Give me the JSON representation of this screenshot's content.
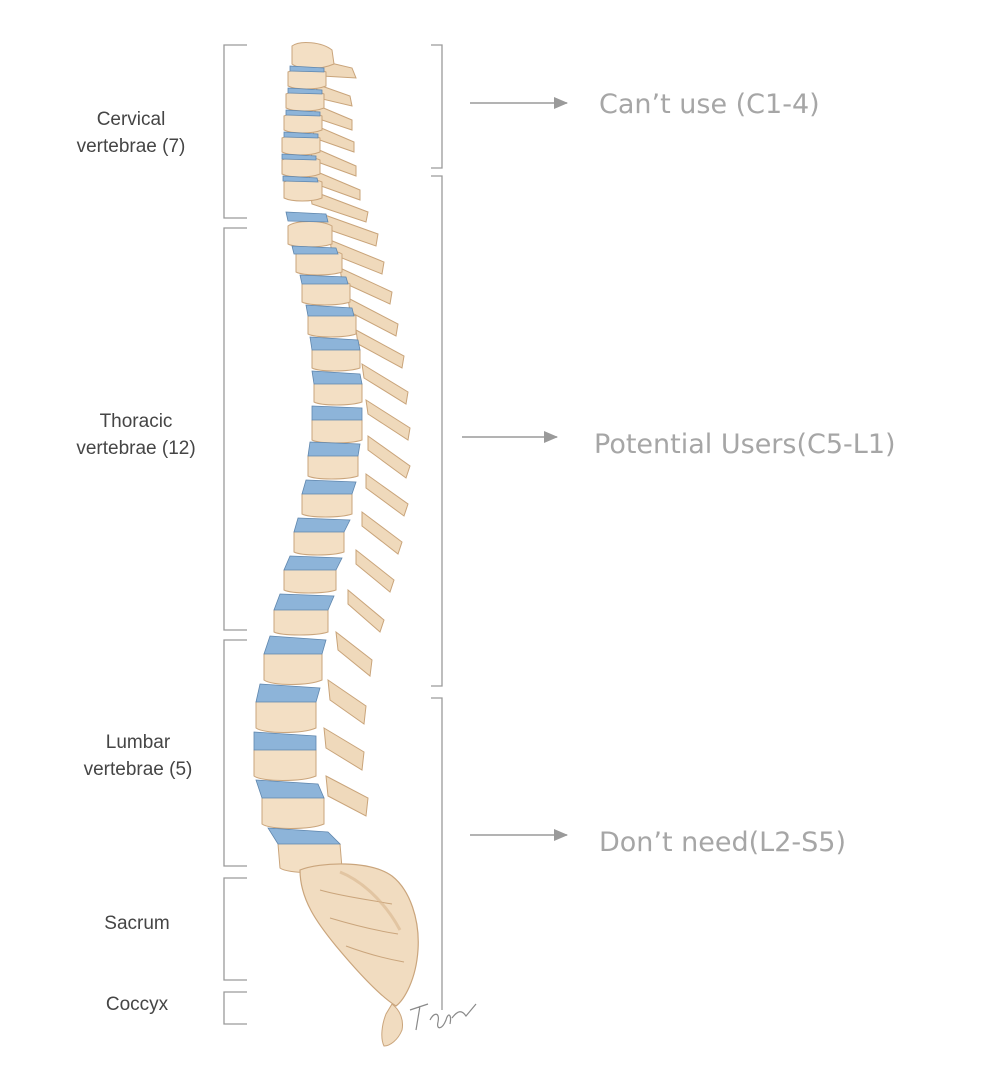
{
  "regions": [
    {
      "label": "Cervical\nvertebrae (7)",
      "line1": "Cervical",
      "line2": "vertebrae (7)"
    },
    {
      "label": "Thoracic\nvertebrae (12)",
      "line1": "Thoracic",
      "line2": "vertebrae (12)"
    },
    {
      "label": "Lumbar\nvertebrae (5)",
      "line1": "Lumbar",
      "line2": "vertebrae (5)"
    },
    {
      "label": "Sacrum"
    },
    {
      "label": "Coccyx"
    }
  ],
  "groups": [
    {
      "label": "Can’t use (C1-4)"
    },
    {
      "label": "Potential Users(C5-L1)"
    },
    {
      "label": "Don’t need(L2-S5)"
    }
  ],
  "colors": {
    "bone": "#f1dcc0",
    "bone_shade": "#d8b68e",
    "disc": "#8db4d9",
    "bracket": "#9a9a9a",
    "arrow": "#9a9a9a",
    "group_text": "#a6a6a6",
    "region_text": "#454545"
  },
  "icons": [
    "artist-signature"
  ]
}
